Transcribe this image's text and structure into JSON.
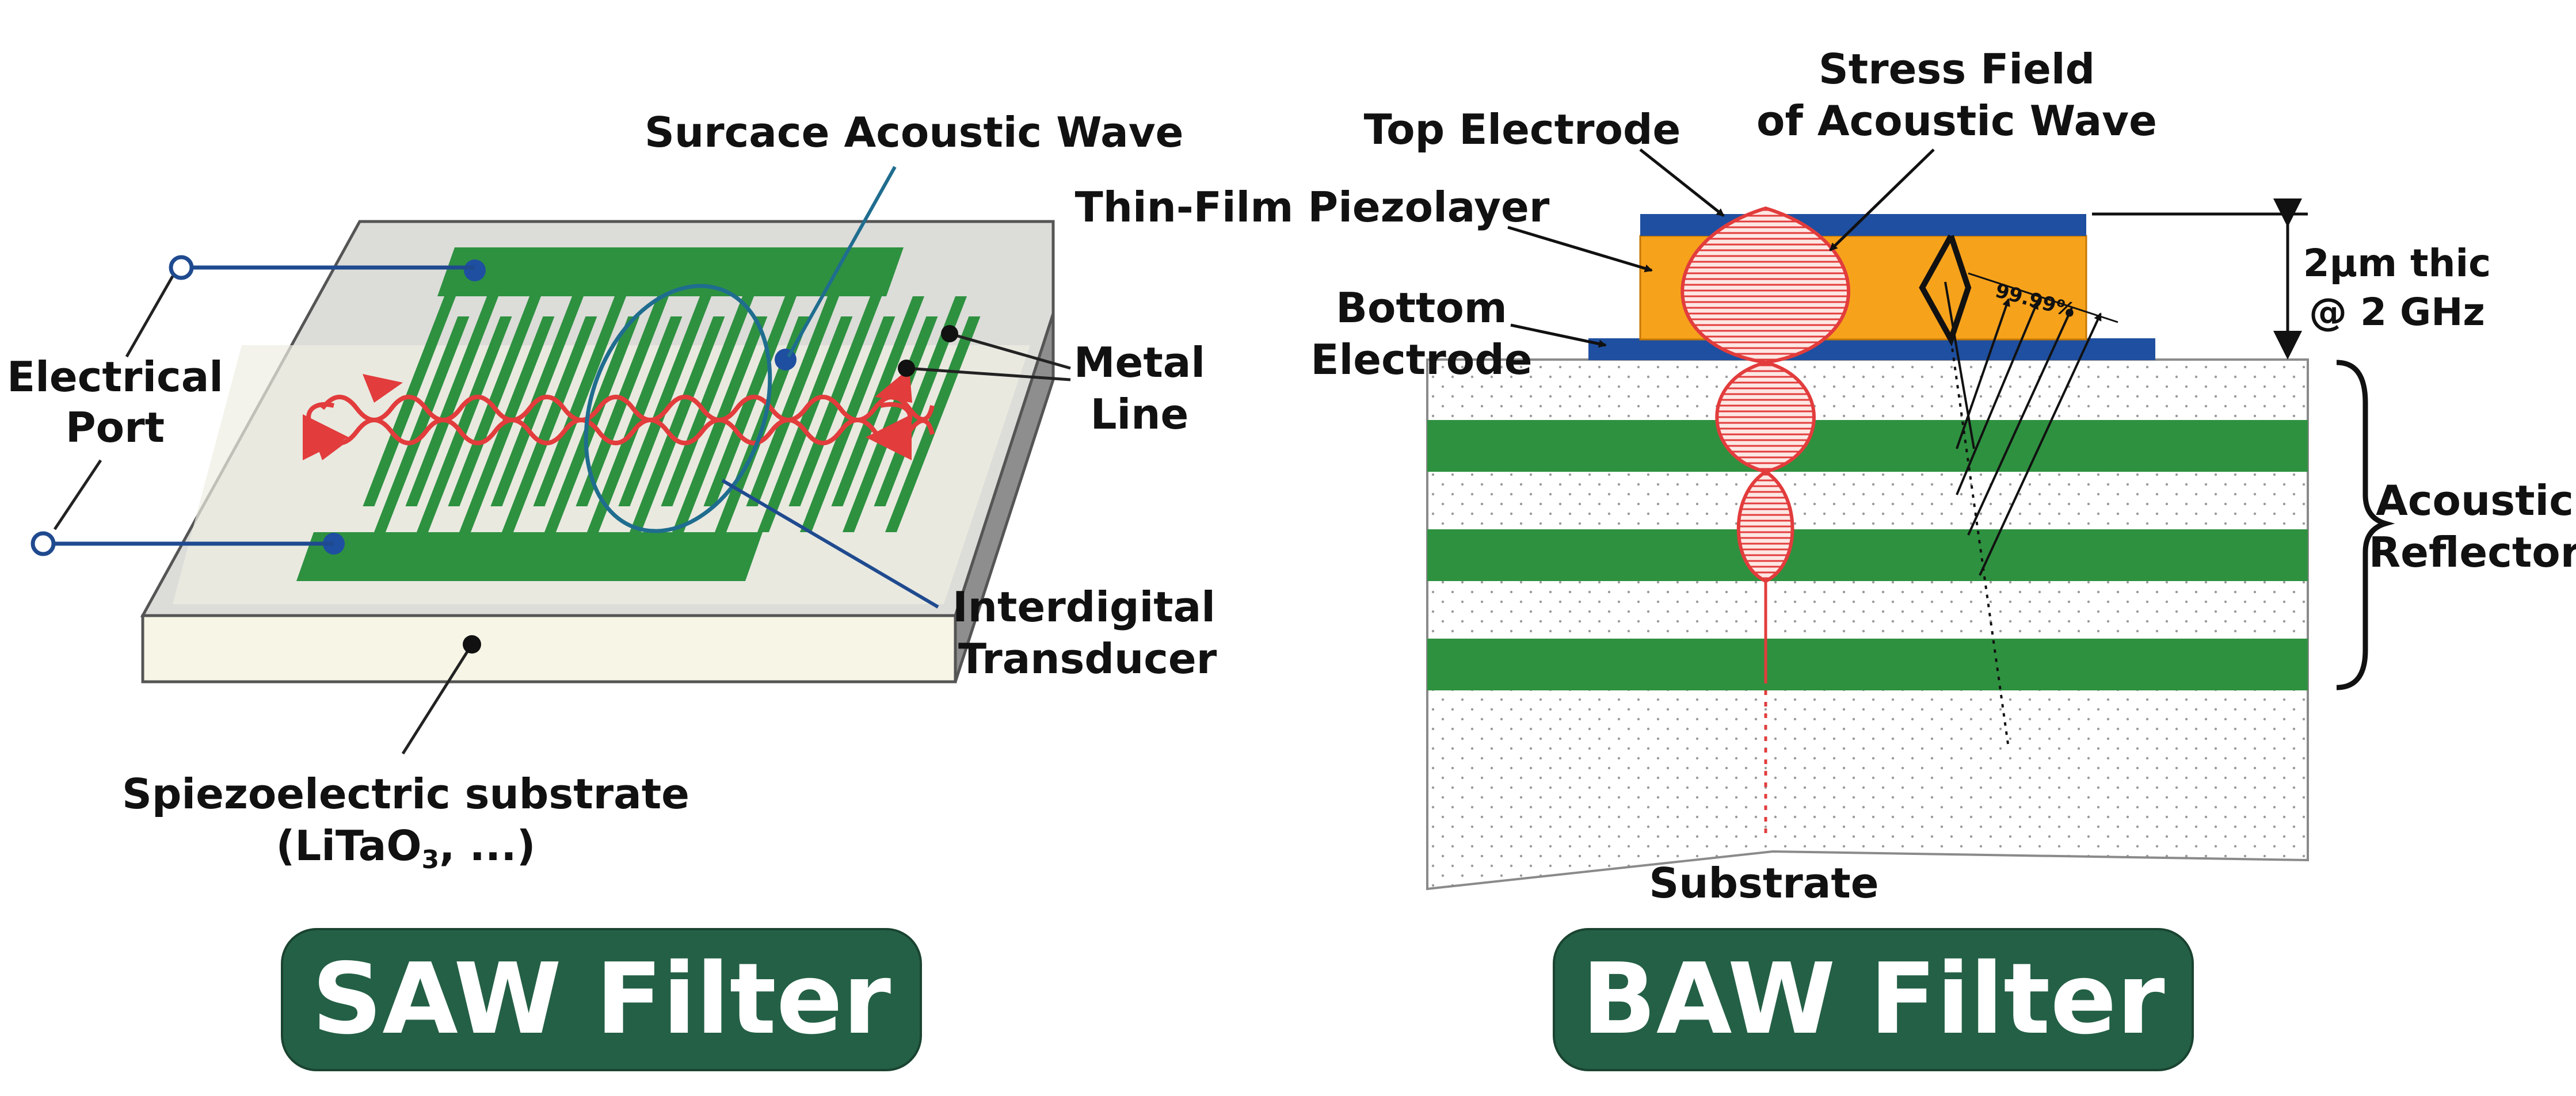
{
  "saw": {
    "label_surface_wave": "Surcace Acoustic Wave",
    "label_electrical_port_1": "Electrical",
    "label_electrical_port_2": "Port",
    "label_metal_line_1": "Metal",
    "label_metal_line_2": "Line",
    "label_idt_1": "Interdigital",
    "label_idt_2": "Transducer",
    "label_substrate_1": "Spiezoelectric substrate",
    "label_substrate_2": "(LiTaO",
    "label_substrate_sub": "3",
    "label_substrate_3": ", ...)",
    "button_label": "SAW Filter"
  },
  "baw": {
    "label_stress_field_1": "Stress Field",
    "label_stress_field_2": "of Acoustic Wave",
    "label_top_electrode": "Top Electrode",
    "label_piezolayer": "Thin-Film Piezolayer",
    "label_bottom_electrode_1": "Bottom",
    "label_bottom_electrode_2": "Electrode",
    "label_thickness_1": "2µm thic",
    "label_thickness_2": "@ 2 GHz",
    "label_reflection_pct": "99.99%",
    "label_acoustic_reflector_1": "Acoustic",
    "label_acoustic_reflector_2": "Reflector",
    "label_substrate": "Substrate",
    "button_label": "BAW Filter"
  },
  "colors": {
    "electrode_green": "#2e9140",
    "electrode_blue": "#1f4fa0",
    "piezo_orange": "#f7a21b",
    "wave_red": "#e23c3c",
    "port_line_blue": "#1f4a8f",
    "button_green": "#246046"
  }
}
